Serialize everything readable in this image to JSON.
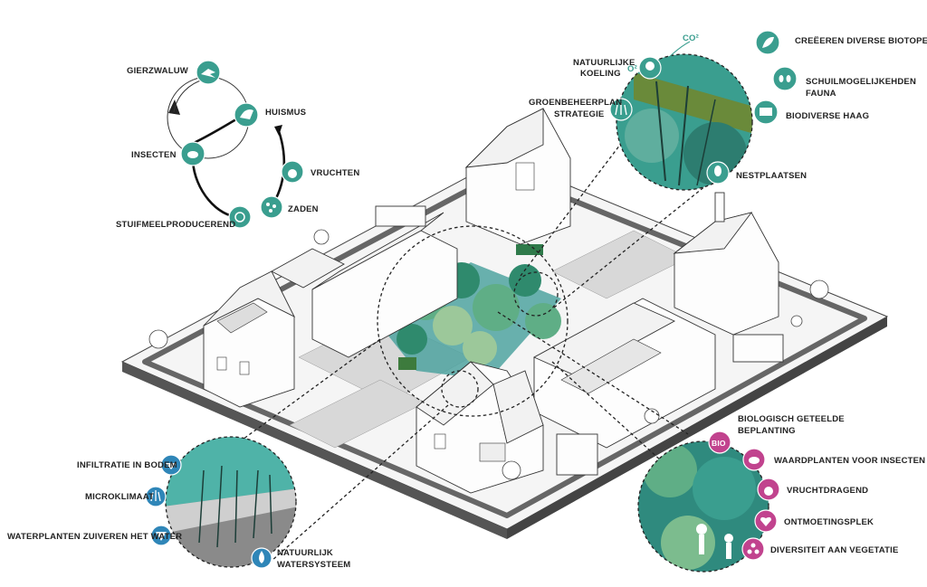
{
  "cycle": {
    "items": [
      {
        "label": "GIERZWALUW",
        "icon": "swallow-icon"
      },
      {
        "label": "HUISMUS",
        "icon": "sparrow-icon"
      },
      {
        "label": "VRUCHTEN",
        "icon": "apple-icon"
      },
      {
        "label": "ZADEN",
        "icon": "seeds-icon"
      },
      {
        "label": "STUIFMEELPRODUCEREND",
        "icon": "flower-icon"
      },
      {
        "label": "INSECTEN",
        "icon": "bee-icon"
      }
    ]
  },
  "top_right": {
    "co2": "CO²",
    "o2": "O²",
    "cooling": [
      "NATUURLIJKE",
      "KOELING"
    ],
    "strategy": [
      "GROENBEHEERPLAN",
      "STRATEGIE"
    ],
    "biotopes": "CREËEREN DIVERSE BIOTOPEN",
    "shelter": [
      "SCHUILMOGELIJKEHDEN",
      "FAUNA"
    ],
    "hedge": "BIODIVERSE HAAG",
    "nests": "NESTPLAATSEN"
  },
  "bottom_left": {
    "infiltration": "INFILTRATIE IN BODEM",
    "microclimate": "MICROKLIMAAT",
    "water_plants": "WATERPLANTEN ZUIVEREN HET WATER",
    "water_system": [
      "NATUURLIJK",
      "WATERSYSTEEM"
    ]
  },
  "bottom_right": {
    "bio_badge": "BIO",
    "bio_planting": [
      "BIOLOGISCH GETEELDE",
      "BEPLANTING"
    ],
    "host_plants": "WAARDPLANTEN VOOR INSECTEN",
    "fruit": "VRUCHTDRAGEND",
    "meeting": "ONTMOETINGSPLEK",
    "diversity": "DIVERSITEIT AAN VEGETATIE"
  },
  "colors": {
    "teal": "#3a9e8f",
    "teal_dark": "#1f6b5e",
    "blue": "#2f86b8",
    "magenta": "#c1438e",
    "green": "#2f8a6d"
  }
}
